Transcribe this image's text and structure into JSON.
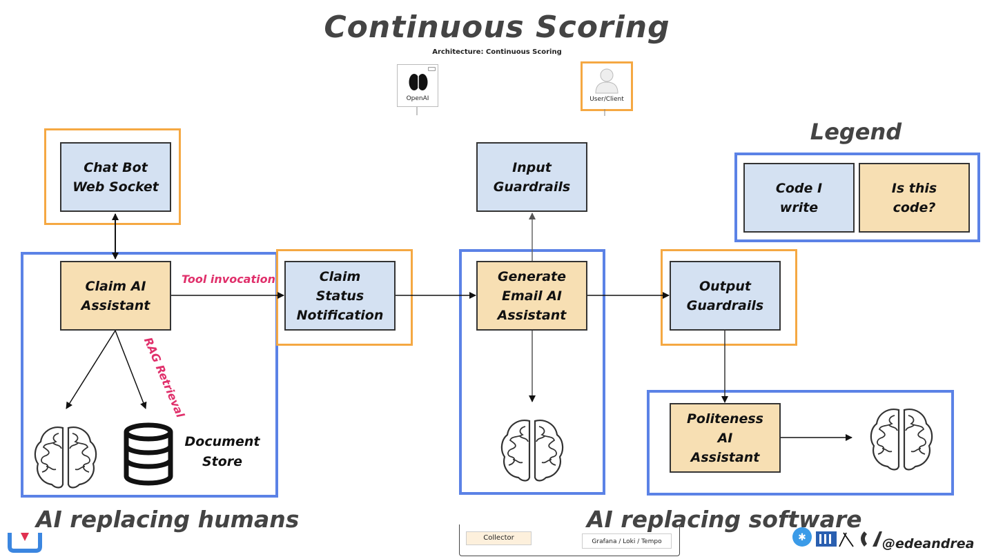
{
  "title": "Continuous Scoring",
  "subtitle": "Architecture: Continuous Scoring",
  "background_diagram": {
    "openai_label": "OpenAI",
    "user_client_label": "User/Client",
    "collector_label": "Collector",
    "grafana_label": "Grafana / Loki / Tempo"
  },
  "nodes": {
    "chat_bot": "Chat Bot\nWeb Socket",
    "claim_ai": "Claim AI\nAssistant",
    "claim_status": "Claim\nStatus\nNotification",
    "input_guardrails": "Input\nGuardrails",
    "generate_email": "Generate\nEmail AI\nAssistant",
    "output_guardrails": "Output\nGuardrails",
    "politeness": "Politeness\nAI\nAssistant"
  },
  "labels": {
    "tool_invocation": "Tool invocation",
    "rag_retrieval": "RAG Retrieval",
    "document_store": "Document\nStore"
  },
  "captions": {
    "left": "AI replacing humans",
    "right": "AI replacing software"
  },
  "legend": {
    "title": "Legend",
    "items": [
      {
        "label": "Code I\nwrite",
        "color": "#d4e1f2"
      },
      {
        "label": "Is this\ncode?",
        "color": "#f7dfb3"
      }
    ]
  },
  "footer": {
    "handle": "@edeandrea"
  },
  "colors": {
    "orange_frame": "#f5a842",
    "blue_frame": "#5b82e6",
    "code_i_write": "#d4e1f2",
    "is_this_code": "#f7dfb3",
    "annotation": "#e0306b"
  }
}
